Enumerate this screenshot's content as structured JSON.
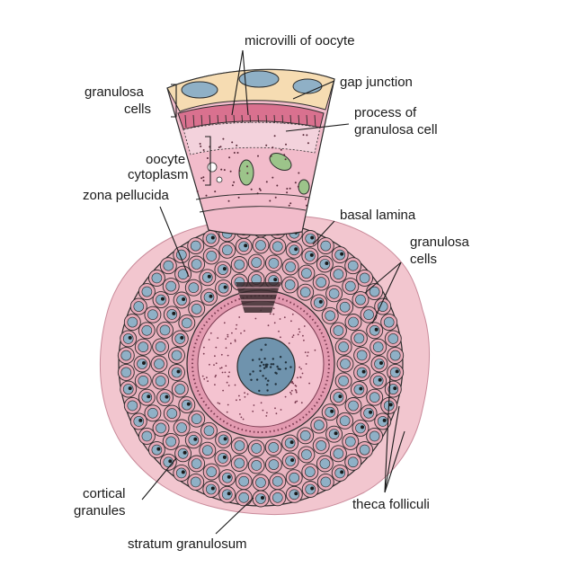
{
  "labels": {
    "microvilli": "microvilli of oocyte",
    "gap_junction": "gap junction",
    "process_line1": "process of",
    "process_line2": "granulosa cell",
    "granulosa_top_line1": "granulosa",
    "granulosa_top_line2": "cells",
    "oocyte_cyto_line1": "oocyte",
    "oocyte_cyto_line2": "cytoplasm",
    "zona": "zona pellucida",
    "basal": "basal lamina",
    "granulosa_right_line1": "granulosa",
    "granulosa_right_line2": "cells",
    "cortical_line1": "cortical",
    "cortical_line2": "granules",
    "theca": "theca folliculi",
    "stratum": "stratum granulosum"
  },
  "colors": {
    "theca": "#f2c6cf",
    "granulosa_cell": "#e8a9b8",
    "nucleus": "#8fb0c6",
    "zona": "#e8a0b6",
    "oocyte": "#f4c3d0",
    "oocyte_nucleus": "#6f93ad",
    "inset_band": "#f6dcb2",
    "organelle_green": "#9cc48a",
    "ink": "#1a1a1a"
  }
}
